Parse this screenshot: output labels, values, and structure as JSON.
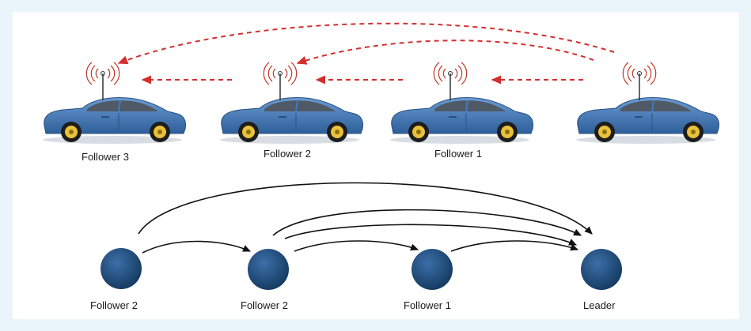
{
  "cars": [
    {
      "label": "Follower 3"
    },
    {
      "label": "Follower 2"
    },
    {
      "label": "Follower 1"
    },
    {
      "label": ""
    }
  ],
  "nodes": [
    {
      "label": "Follower 2"
    },
    {
      "label": "Follower 2"
    },
    {
      "label": "Follower 1"
    },
    {
      "label": "Leader"
    }
  ],
  "colors": {
    "background": "#e9f4fb",
    "panel": "#ffffff",
    "car_body": "#4a7fbf",
    "car_dark": "#2f5f9a",
    "wheel_rim": "#e9c23a",
    "signal": "#c0392b",
    "wireless_arrow": "#d32f2f",
    "node": "#1f4e79",
    "graph_arrow": "#111111"
  }
}
